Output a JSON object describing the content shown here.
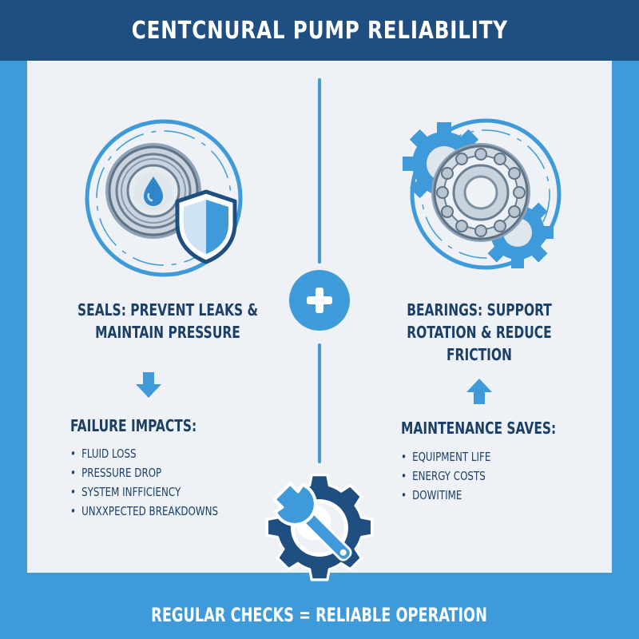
{
  "header": {
    "title": "CENTCNURAL PUMP RELIABILITY"
  },
  "left": {
    "label_line1": "SEALS: PREVENT LEAKS &",
    "label_line2": "MAINTAIN PRESSURE",
    "heading": "FAILURE IMPACTS:",
    "items": [
      "FLUID LOSS",
      "PRESSURE DROP",
      "SYSTEM INFFICIENCY",
      "UNXXPECTED BREAKDOWNS"
    ]
  },
  "right": {
    "label_line1": "BEARINGS: SUPPORT",
    "label_line2": "ROTATION & REDUCE",
    "label_line3": "FRICTION",
    "heading": "MAINTENANCE SAVES:",
    "items": [
      "EQUIPMENT LIFE",
      "ENERGY COSTS",
      "DOWITIME"
    ]
  },
  "footer": {
    "text": "REGULAR CHECKS = RELIABLE OPERATION"
  },
  "icons": {
    "seal": "seal-ring-icon",
    "shield": "shield-icon",
    "bearing": "ball-bearing-icon",
    "gears": "gear-icon",
    "plus": "plus-icon",
    "arrow_down": "arrow-down-icon",
    "arrow_up": "arrow-up-icon",
    "maintenance": "wrench-gear-icon"
  },
  "colors": {
    "header": "#1f4e80",
    "accent": "#3f9ad9",
    "panel": "#eef2f6",
    "text": "#1c3f66"
  }
}
